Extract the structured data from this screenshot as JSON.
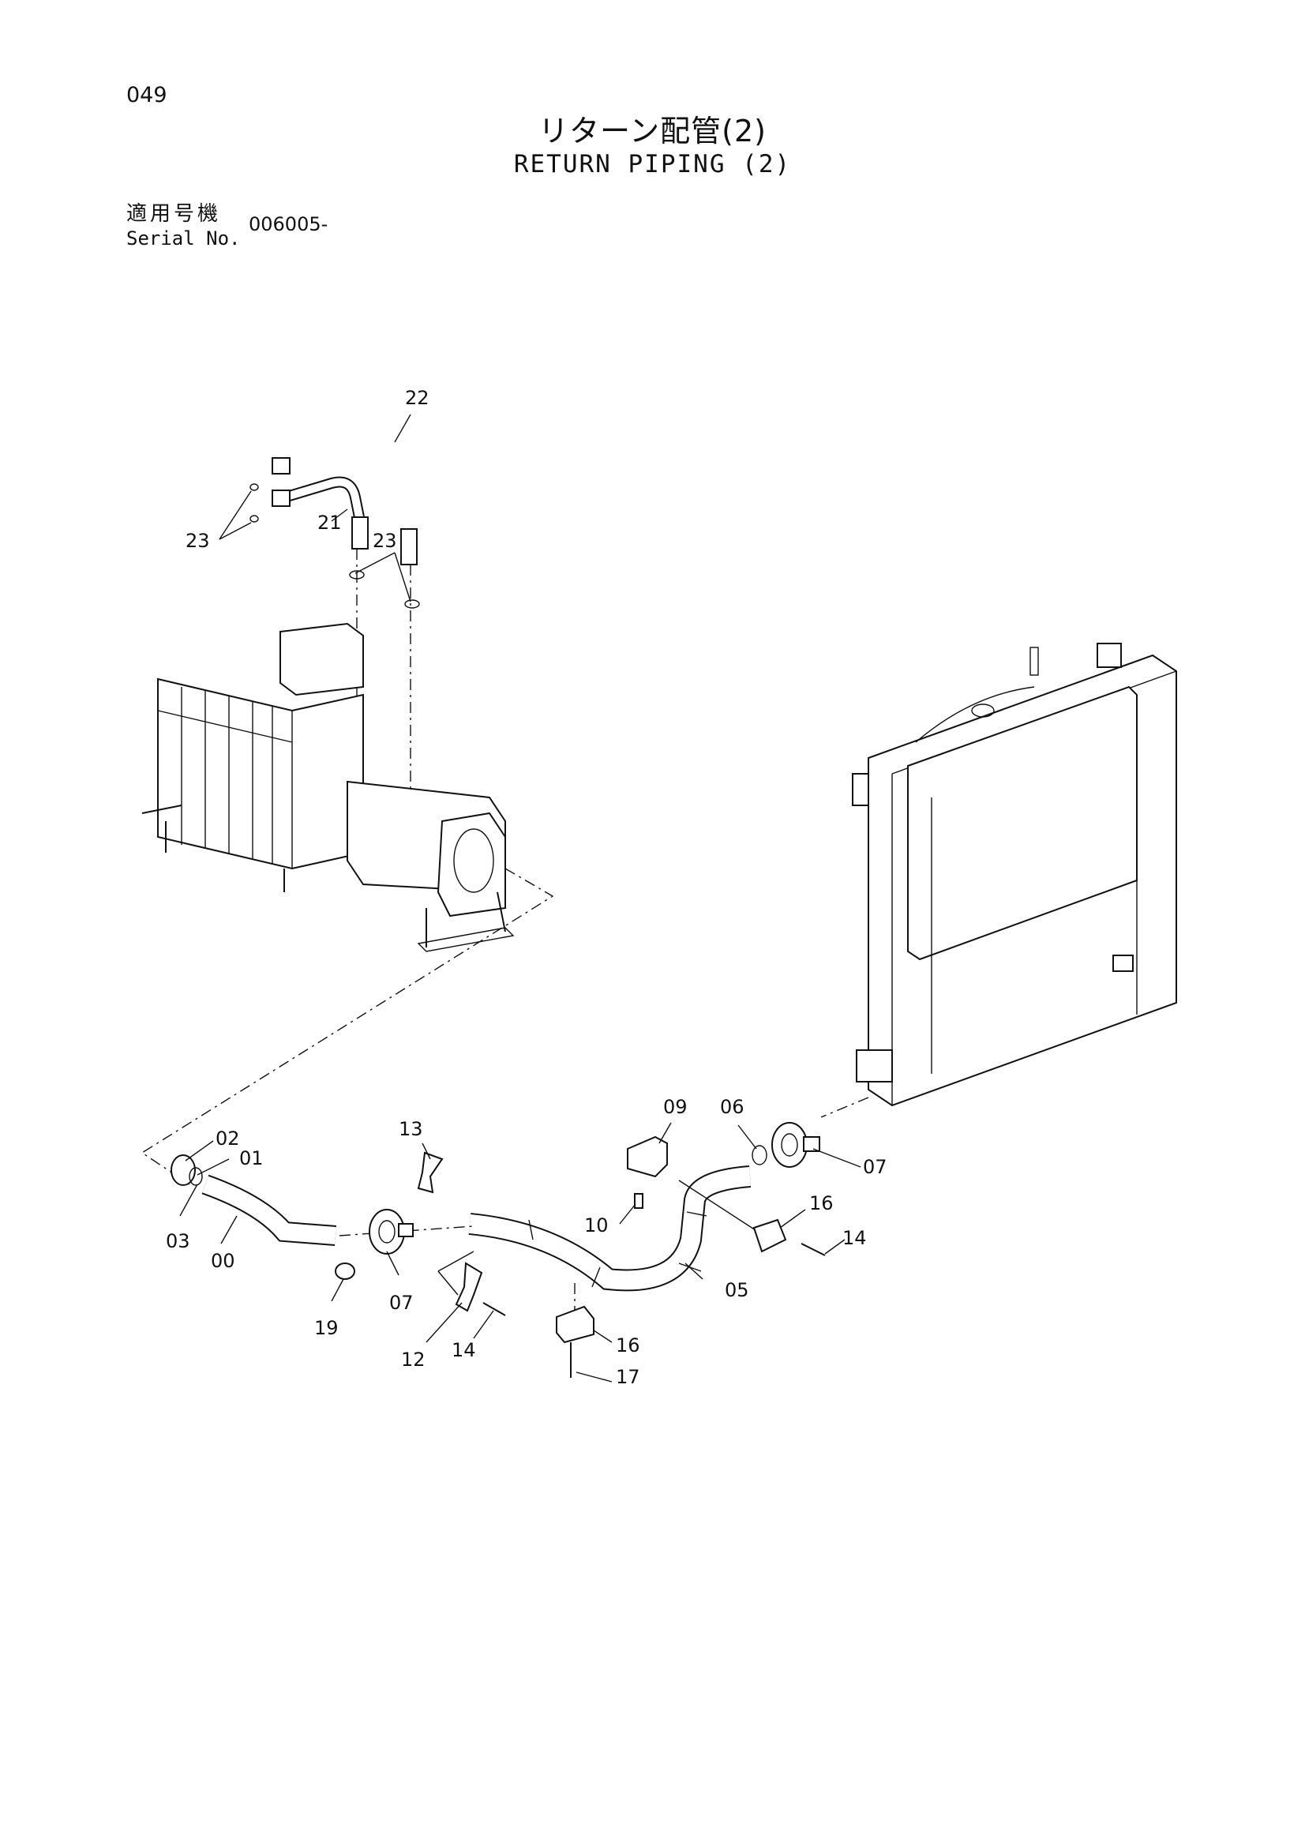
{
  "page_number": "049",
  "title_ja": "リターン配管(2)",
  "title_en": "RETURN PIPING (2)",
  "serial": {
    "label_ja": "適用号機",
    "label_en": "Serial No.",
    "value": "006005-"
  },
  "callouts": {
    "c22": "22",
    "c23a": "23",
    "c21": "21",
    "c23b": "23",
    "c13": "13",
    "c09": "09",
    "c06": "06",
    "c02": "02",
    "c01": "01",
    "c07a": "07",
    "c10": "10",
    "c16a": "16",
    "c14a": "14",
    "c03": "03",
    "c00": "00",
    "c07b": "07",
    "c05": "05",
    "c19": "19",
    "c16b": "16",
    "c12": "12",
    "c14b": "14",
    "c17": "17"
  }
}
